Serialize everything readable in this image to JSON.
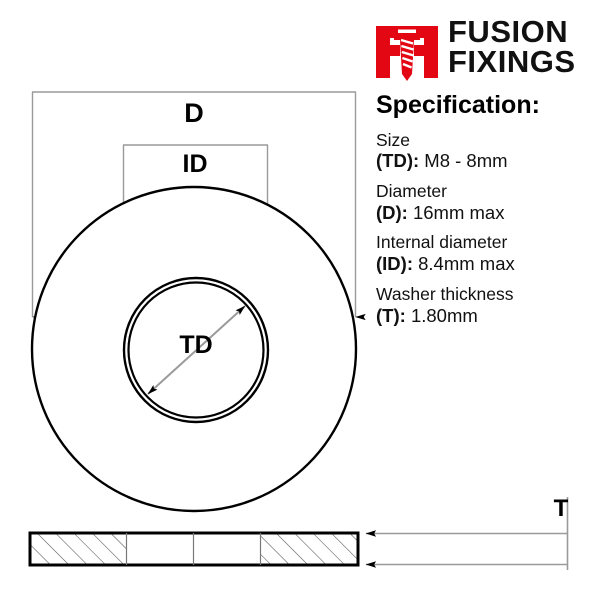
{
  "brand": {
    "logo_icon": "screw-f-logo-icon",
    "name_line_1": "FUSION",
    "name_line_2": "FIXINGS",
    "accent_color": "#E30613",
    "text_color": "#111111"
  },
  "specification": {
    "title": "Specification:",
    "items": [
      {
        "label": "Size",
        "code": "(TD):",
        "value": "M8 - 8mm"
      },
      {
        "label": "Diameter",
        "code": "(D):",
        "value": "16mm max"
      },
      {
        "label": "Internal diameter",
        "code": "(ID):",
        "value": "8.4mm max"
      },
      {
        "label": "Washer thickness",
        "code": "(T):",
        "value": "1.80mm"
      }
    ]
  },
  "drawing": {
    "top_view": {
      "description": "plan view of flat washer: outer circle with concentric inner bore circles",
      "outer_diameter_label": "D",
      "internal_diameter_label": "ID",
      "thread_diameter_label": "TD"
    },
    "side_view": {
      "description": "cross section bar of the washer with hatching on the material segments",
      "thickness_label": "T"
    },
    "line_color": "#000000",
    "dimension_line_color": "#9a9a9a"
  }
}
